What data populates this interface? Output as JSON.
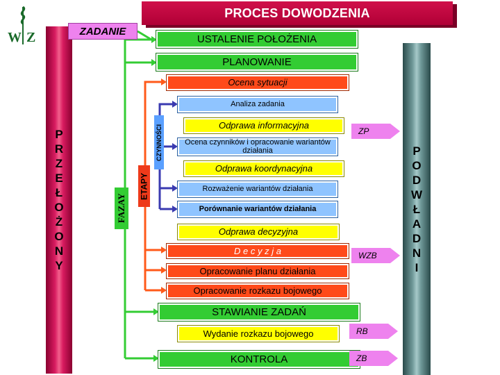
{
  "title": "PROCES DOWODZENIA",
  "logo_text": "WSZ",
  "zadanie": "ZADANIE",
  "left_bar_letters": [
    "P",
    "R",
    "Z",
    "E",
    "Ł",
    "O",
    "Ż",
    "O",
    "N",
    "Y"
  ],
  "right_bar_letters": [
    "P",
    "O",
    "D",
    "W",
    "Ł",
    "A",
    "D",
    "N",
    "I"
  ],
  "labels": {
    "fazy": "FAZAY",
    "etapy": "ETAPY",
    "czynnosci": "CZYNNOŚCI"
  },
  "boxes": {
    "ustalenie": "USTALENIE POŁOŻENIA",
    "planowanie": "PLANOWANIE",
    "ocena_sytuacji": "Ocena sytuacji",
    "analiza": "Analiza  zadania",
    "odprawa_info": "Odprawa informacyjna",
    "ocena_czynnikow": "Ocena czynników i opracowanie wariantów działania",
    "odprawa_koord": "Odprawa  koordynacyjna",
    "rozwazenie": "Rozważenie wariantów działania",
    "porownanie": "Porównanie wariantów działania",
    "odprawa_decyz": "Odprawa  decyzyjna",
    "decyzja": "D e c y z j a",
    "opracowanie_planu": "Opracowanie planu działania",
    "opracowanie_rozkazu": "Opracowanie rozkazu bojowego",
    "stawianie": "STAWIANIE ZADAŃ",
    "wydanie": "Wydanie rozkazu bojowego",
    "kontrola": "KONTROLA"
  },
  "tags": {
    "zp": "ZP",
    "wzb": "WZB",
    "rb": "RB",
    "zb": "ZB"
  },
  "colors": {
    "title_banner": "#c0083e",
    "left_bar": "#d81b60",
    "right_bar": "#6f9999",
    "green": "#33cc33",
    "orange": "#ff4a1a",
    "blue": "#8fc4ff",
    "yellow": "#ffff00",
    "pink": "#ee82ee",
    "connector_orange": "#ff5a1a",
    "connector_blue": "#3a3ab0"
  }
}
